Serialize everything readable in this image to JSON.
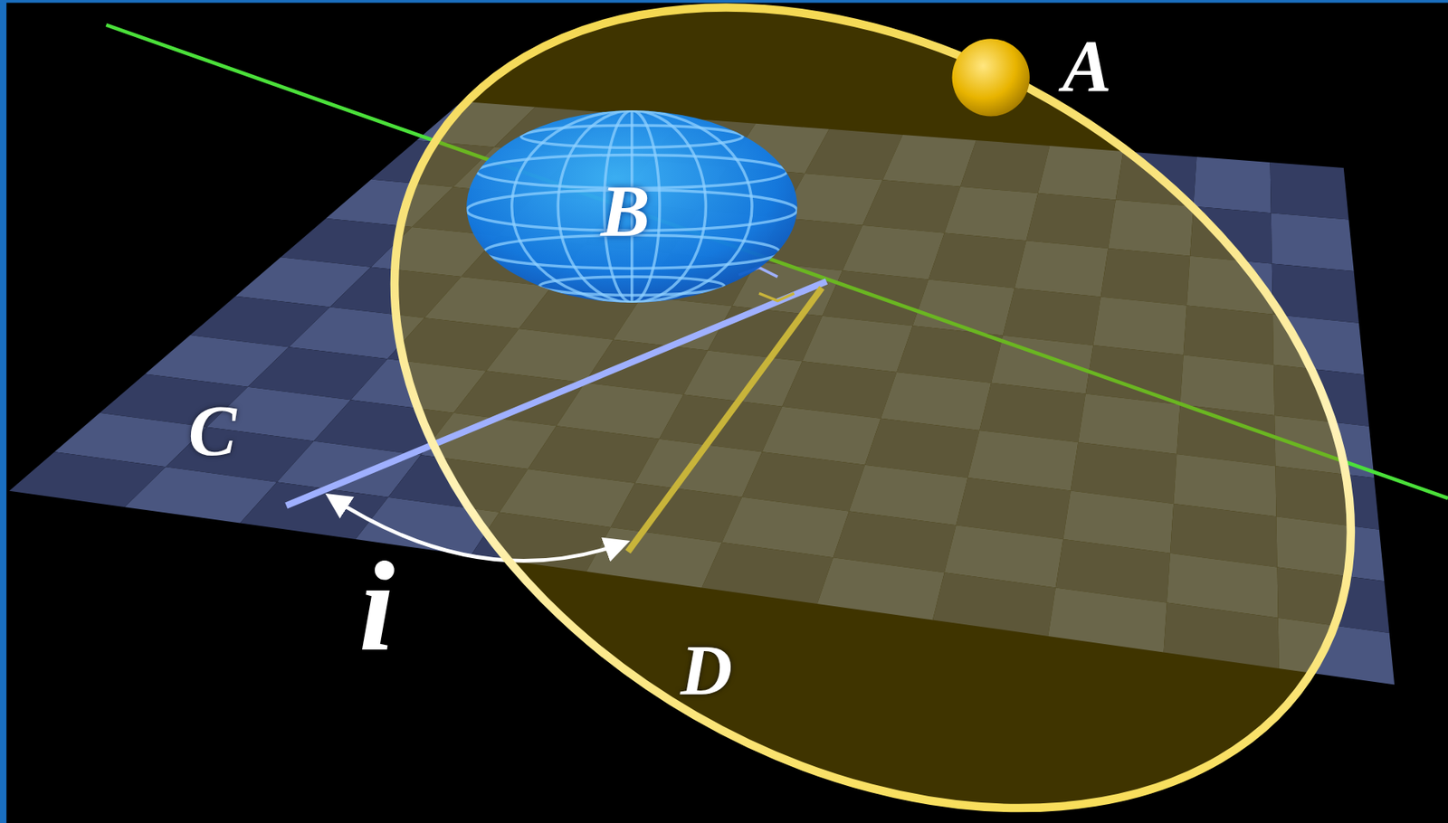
{
  "diagram": {
    "nodes": [
      {
        "text": [
          "B"
        ]
      }
    ],
    "labels": [
      "A",
      "C",
      "D",
      "i"
    ]
  }
}
